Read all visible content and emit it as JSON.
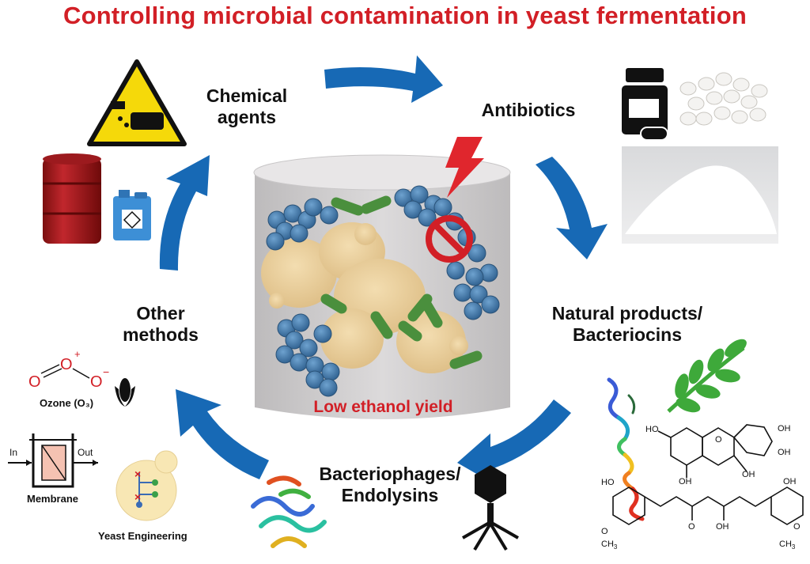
{
  "title": "Controlling microbial contamination in yeast fermentation",
  "center_caption": "Low ethanol yield",
  "methods": {
    "chemical": "Chemical\nagents",
    "antibiotics": "Antibiotics",
    "natural": "Natural products/\nBacteriocins",
    "phages": "Bacteriophages/\nEndolysins",
    "other": "Other\nmethods"
  },
  "other_items": {
    "ozone_label": "Ozone (O₃)",
    "ozone_o": "O",
    "ozone_plus": "+",
    "ozone_minus": "−",
    "membrane_in": "In",
    "membrane_out": "Out",
    "membrane_label": "Membrane",
    "yeast_eng_label": "Yeast Engineering"
  },
  "molecules": {
    "oh": "OH",
    "ho": "HO",
    "o": "O",
    "ch3": "CH",
    "three": "3"
  },
  "colors": {
    "title": "#d21f26",
    "arrow": "#1769b5",
    "yeast": "#e9cf9c",
    "cocci": "#3f78a8",
    "rods": "#4a8f3d",
    "tank": "#d4d2d3"
  }
}
